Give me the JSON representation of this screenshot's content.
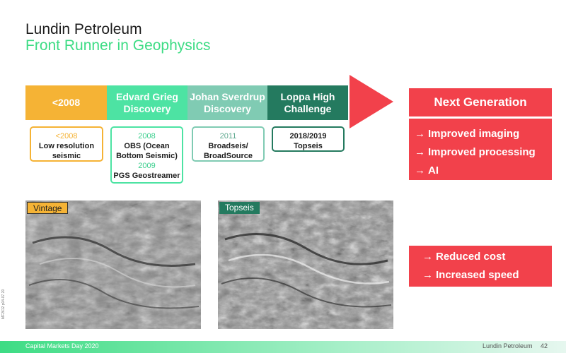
{
  "header": {
    "title": "Lundin Petroleum",
    "subtitle": "Front Runner in Geophysics"
  },
  "timeline": [
    {
      "label": "<2008"
    },
    {
      "label": "Edvard Grieg Discovery"
    },
    {
      "label": "Johan Sverdrup Discovery"
    },
    {
      "label": "Loppa High Challenge"
    }
  ],
  "cards": [
    {
      "year": "<2008",
      "text": "Low resolution seismic"
    },
    {
      "year": "2008",
      "text": "OBS (Ocean Bottom Seismic)",
      "year2": "2009",
      "text2": "PGS Geostreamer"
    },
    {
      "year": "2011",
      "text": "Broadseis/ BroadSource"
    },
    {
      "year": "2018/2019",
      "text": "Topseis"
    }
  ],
  "next_generation": {
    "title": "Next Generation",
    "items": [
      "Improved imaging",
      "Improved processing",
      "AI"
    ]
  },
  "images": [
    {
      "tag": "Vintage",
      "tag_color": "#f5b335"
    },
    {
      "tag": "Topseis",
      "tag_color": "#247a5f"
    }
  ],
  "benefits": [
    "Reduced cost",
    "Increased speed"
  ],
  "arrow_glyph": "→",
  "footer": {
    "left": "Capital Markets Day 2020",
    "company": "Lundin Petroleum",
    "page": "42",
    "code": "MF2612 p04-07.20"
  },
  "colors": {
    "accent_green": "#3ddc84",
    "orange": "#f5b335",
    "teal": "#80cbb3",
    "dark_green": "#247a5f",
    "red": "#f2414b"
  }
}
